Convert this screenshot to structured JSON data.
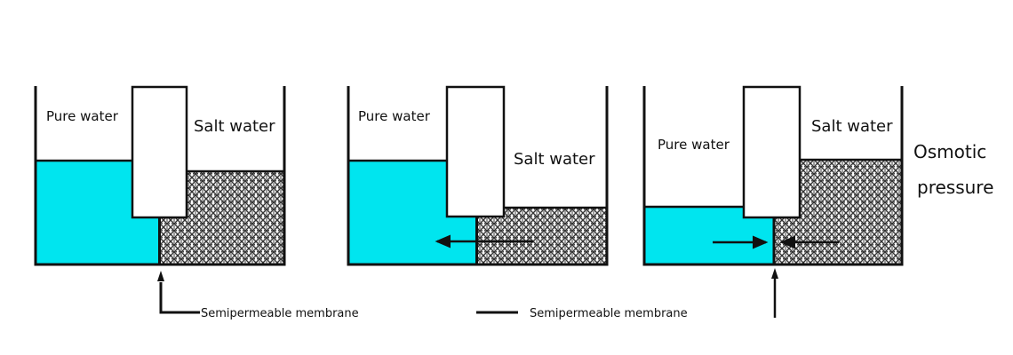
{
  "title": "Osmosis and osmotic pressure diagram",
  "colors": {
    "pure_water": "#00e5ef",
    "salt_water_pattern_dark": "#3a3a3a",
    "salt_water_pattern_light": "#ffffff",
    "outline": "#111111"
  },
  "panels": [
    {
      "id": "initial",
      "pure_label": "Pure water",
      "salt_label": "Salt water",
      "flow": "none"
    },
    {
      "id": "osmosis",
      "pure_label": "Pure water",
      "salt_label": "Salt water",
      "flow": "salt-to-pure arrow"
    },
    {
      "id": "equilibrium",
      "pure_label": "Pure water",
      "salt_label": "Salt water",
      "flow": "opposing arrows",
      "side_label_line1": "Osmotic",
      "side_label_line2": "pressure"
    }
  ],
  "callouts": {
    "membrane_1": "Semipermeable membrane",
    "membrane_2": "Semipermeable membrane"
  }
}
